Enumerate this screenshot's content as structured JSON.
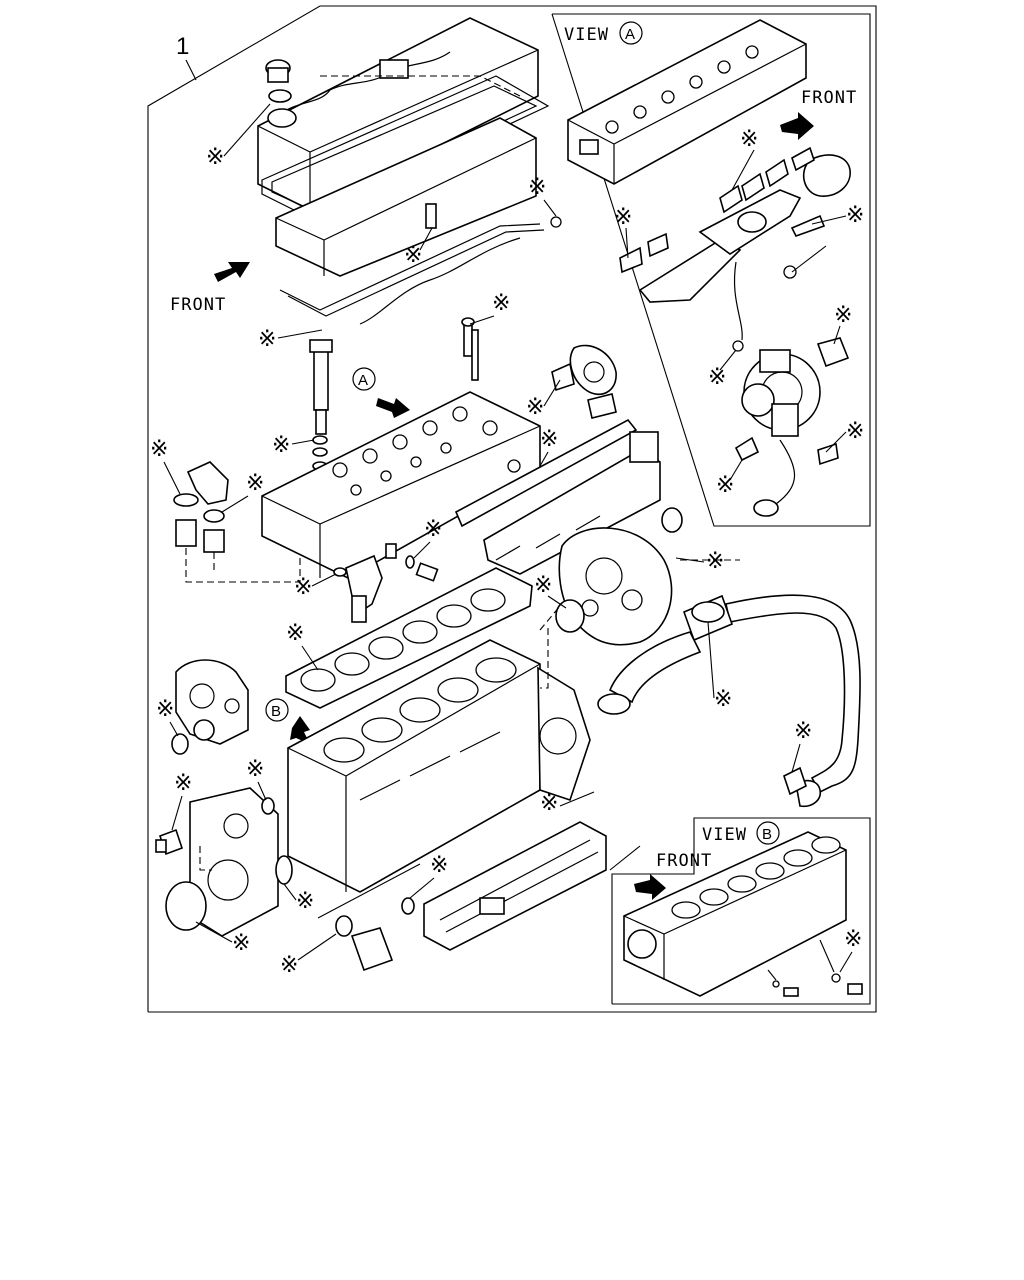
{
  "diagram": {
    "item_number": "1",
    "front_label": "FRONT",
    "callout_a": "A",
    "callout_b": "B",
    "asterisk": "※",
    "view_a": {
      "title": "VIEW",
      "letter": "A",
      "front_label": "FRONT"
    },
    "view_b": {
      "title": "VIEW",
      "letter": "B",
      "front_label": "FRONT"
    }
  }
}
